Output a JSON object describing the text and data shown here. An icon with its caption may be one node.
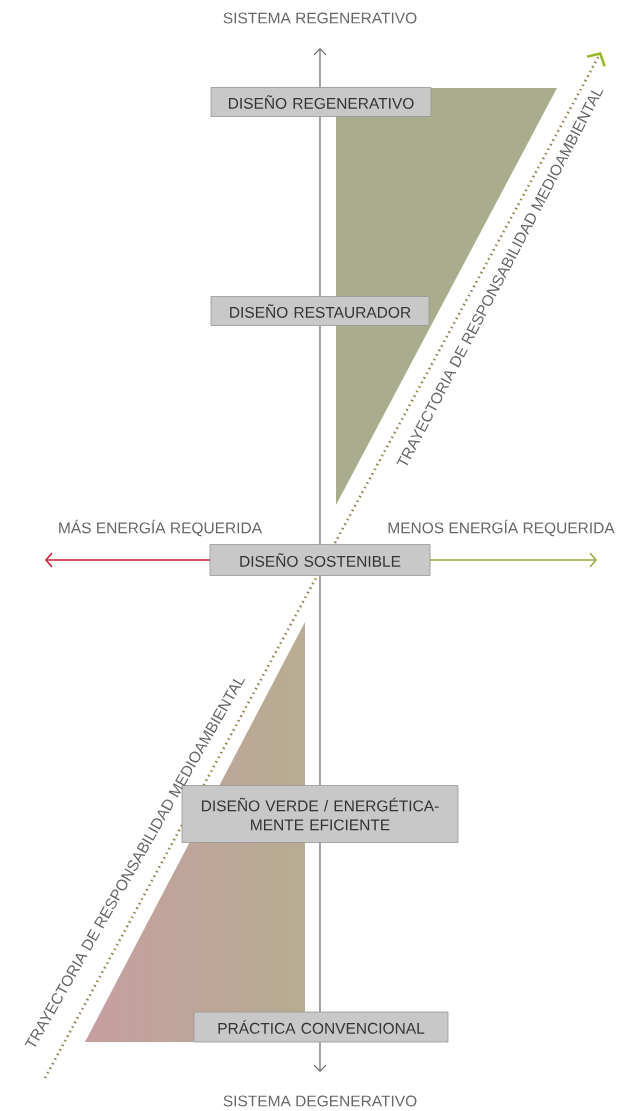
{
  "diagram": {
    "nodes": [
      {
        "text": [
          "DISEÑO REGENERATIVO"
        ]
      },
      {
        "text": [
          "DISEÑO RESTAURADOR"
        ]
      },
      {
        "text": [
          "DISEÑO SOSTENIBLE"
        ]
      },
      {
        "text": [
          "DISEÑO VERDE / ENERGÉTICA-MENTE EFICIENTE"
        ]
      },
      {
        "text": [
          "PRÁCTICA CONVENCIONAL"
        ]
      }
    ],
    "labels": [
      "SISTEMA REGENERATIVO",
      "TRAYECTORIA DE RESPONSABILIDAD MEDIOAMBIENTAL",
      "MÁS ENERGÍA REQUERIDA",
      "MENOS ENERGÍA REQUERIDA",
      "TRAYECTORIA DE RESPONSABILIDAD MEDIOAMBIENTAL",
      "SISTEMA DEGENERATIVO"
    ]
  }
}
